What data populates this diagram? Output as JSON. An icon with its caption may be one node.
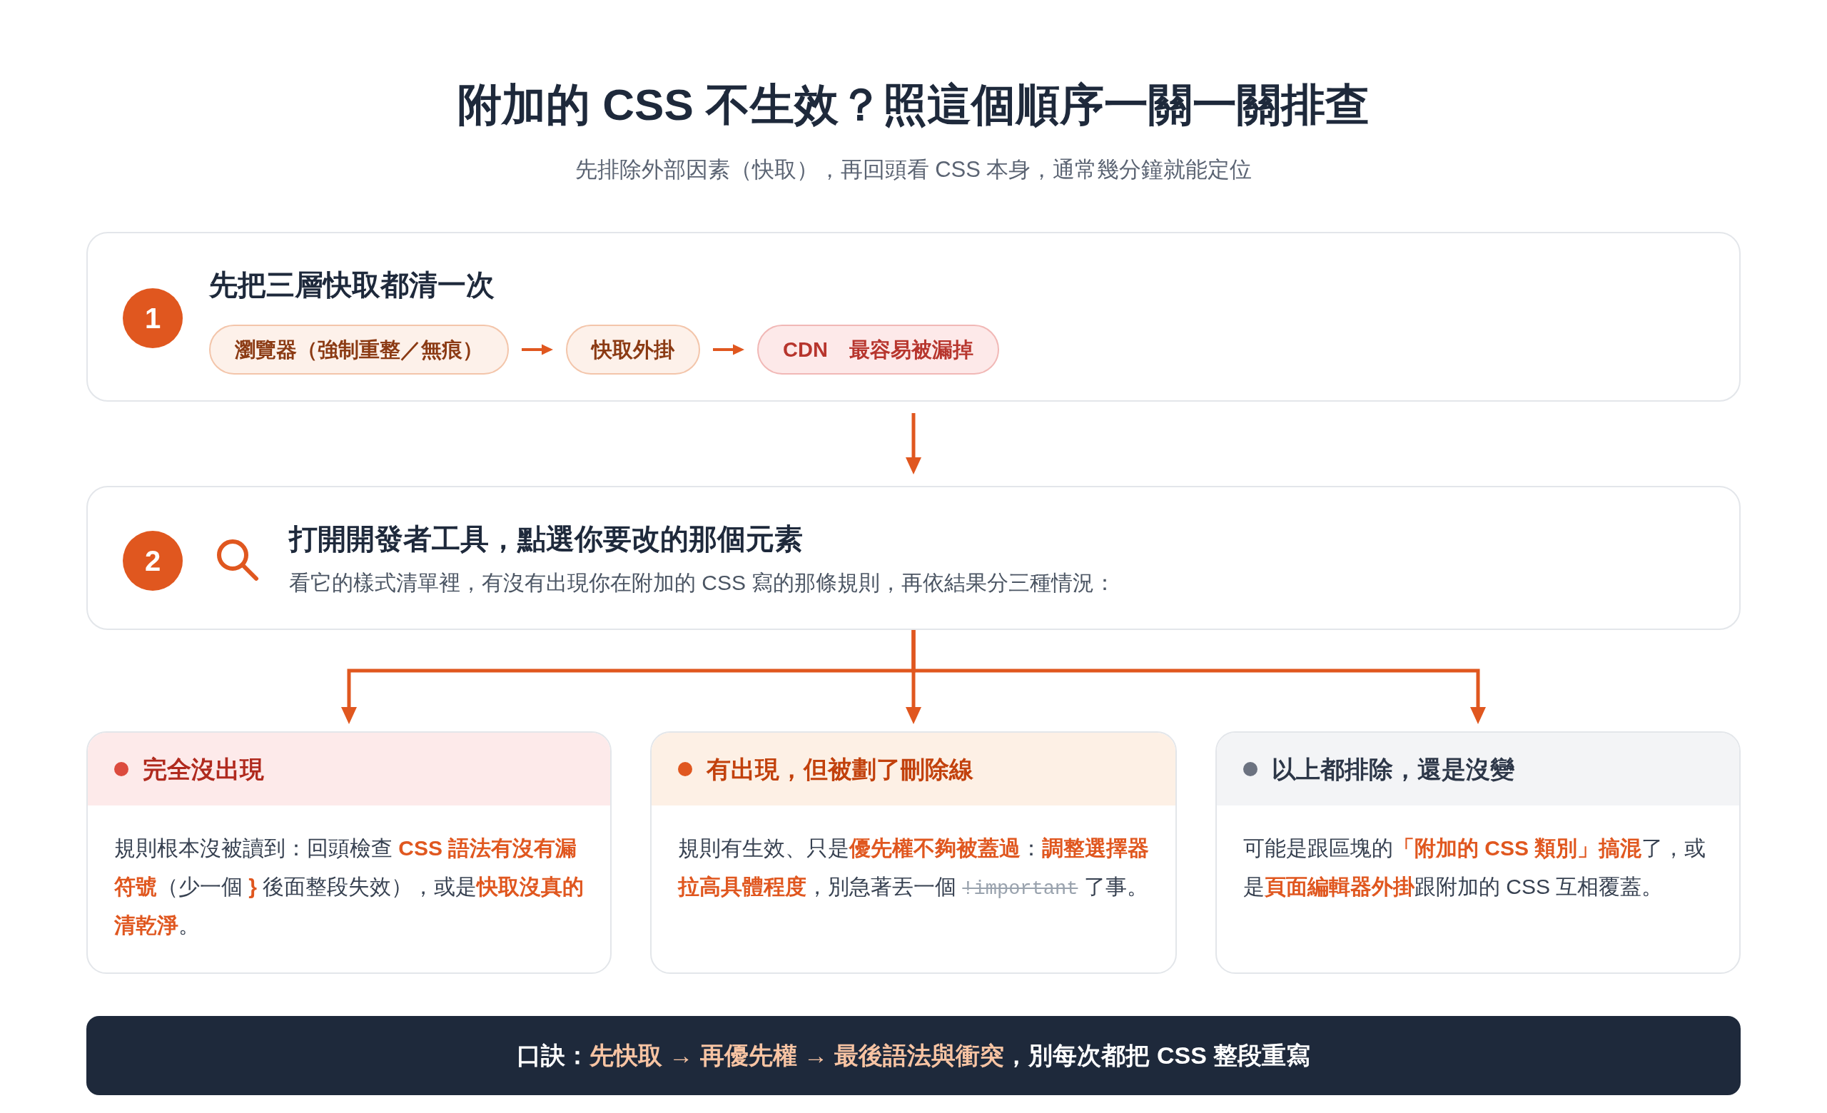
{
  "diagram": {
    "title": "附加的 CSS 不生效？照這個順序一關一關排查",
    "labels": [
      "先排除外部因素（快取），再回頭看 CSS 本身，通常幾分鐘就能定位"
    ],
    "nodes": [
      {
        "text": [
          "先把三層快取都清一次"
        ]
      },
      {
        "text": [
          "1"
        ],
        "in": 0
      },
      {
        "text": [
          "瀏覽器（強制重整／無痕）"
        ],
        "in": 0
      },
      {
        "text": [
          "快取外掛"
        ],
        "in": 0
      },
      {
        "text": [
          "CDN",
          "最容易被漏掉"
        ],
        "in": 0
      },
      {
        "text": [
          "打開開發者工具，點選你要改的那個元素",
          "看它的樣式清單裡，有沒有出現你在附加的 CSS 寫的那條規則，再依結果分三種情況："
        ]
      },
      {
        "text": [
          "2"
        ],
        "in": 5
      },
      {
        "text": [
          "完全沒出現",
          "規則根本沒被讀到：回頭檢查 **CSS 語法有沒有漏符號**（少一個 **}** 後面整段失效），或是**快取沒真的清乾淨**。"
        ]
      },
      {
        "text": [
          "有出現，但被劃了刪除線",
          "規則有生效、只是**優先權不夠被蓋過**：**調整選擇器拉高具體程度**，別急著丟一個 *!important* 了事。"
        ]
      },
      {
        "text": [
          "以上都排除，還是沒變",
          "可能是跟區塊的**「附加的 CSS 類別」搞混**了，或是**頁面編輯器外掛**跟附加的 CSS 互相覆蓋。"
        ]
      },
      {
        "text": [
          "口訣：**先快取 → 再優先權 → 最後語法與衝突**，別每次都把 CSS 整段重寫"
        ]
      }
    ],
    "edges": [
      {
        "from": 2,
        "to": 3,
        "arrow": "to"
      },
      {
        "from": 3,
        "to": 4,
        "arrow": "to"
      },
      {
        "from": 0,
        "to": 5,
        "arrow": "to"
      },
      {
        "from": 5,
        "to": 7,
        "arrow": "to"
      },
      {
        "from": 5,
        "to": 8,
        "arrow": "to"
      },
      {
        "from": 5,
        "to": 9,
        "arrow": "to"
      }
    ]
  }
}
